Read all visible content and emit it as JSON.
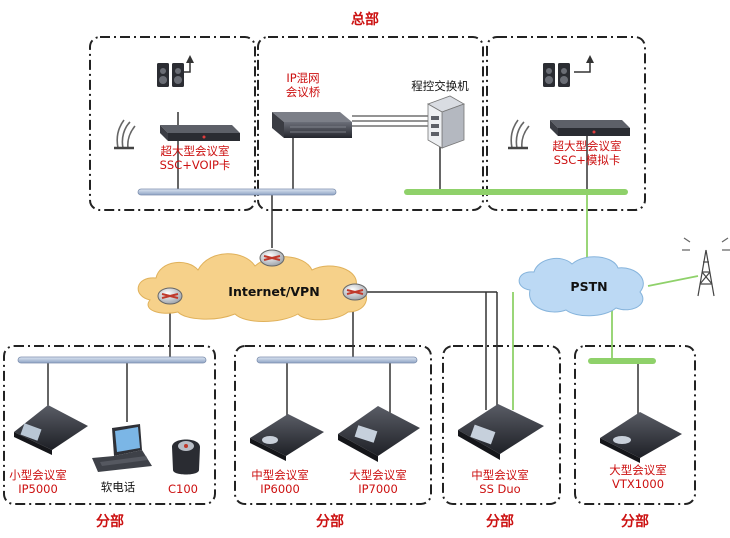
{
  "headquarters": {
    "title": "总部",
    "left_room": {
      "line1": "超大型会议室",
      "line2": "SSC+VOIP卡"
    },
    "bridge": {
      "line1": "IP混网",
      "line2": "会议桥"
    },
    "pbx": {
      "label": "程控交换机"
    },
    "right_room": {
      "line1": "超大型会议室",
      "line2": "SSC+模拟卡"
    }
  },
  "networks": {
    "internet": "Internet/VPN",
    "pstn": "PSTN"
  },
  "branches": [
    {
      "title": "分部",
      "devices": [
        {
          "line1": "小型会议室",
          "line2": "IP5000"
        },
        {
          "line1": "软电话",
          "line2": ""
        },
        {
          "line1": "C100",
          "line2": ""
        }
      ]
    },
    {
      "title": "分部",
      "devices": [
        {
          "line1": "中型会议室",
          "line2": "IP6000"
        },
        {
          "line1": "大型会议室",
          "line2": "IP7000"
        }
      ]
    },
    {
      "title": "分部",
      "devices": [
        {
          "line1": "中型会议室",
          "line2": "SS Duo"
        }
      ]
    },
    {
      "title": "分部",
      "devices": [
        {
          "line1": "大型会议室",
          "line2": "VTX1000"
        }
      ]
    }
  ],
  "colors": {
    "accent": "#cc1111",
    "bus": "#b7c8e0",
    "pstn_bus": "#8fd16a",
    "cloud_orange": "#f6d18a",
    "cloud_blue": "#bcd9f4"
  }
}
